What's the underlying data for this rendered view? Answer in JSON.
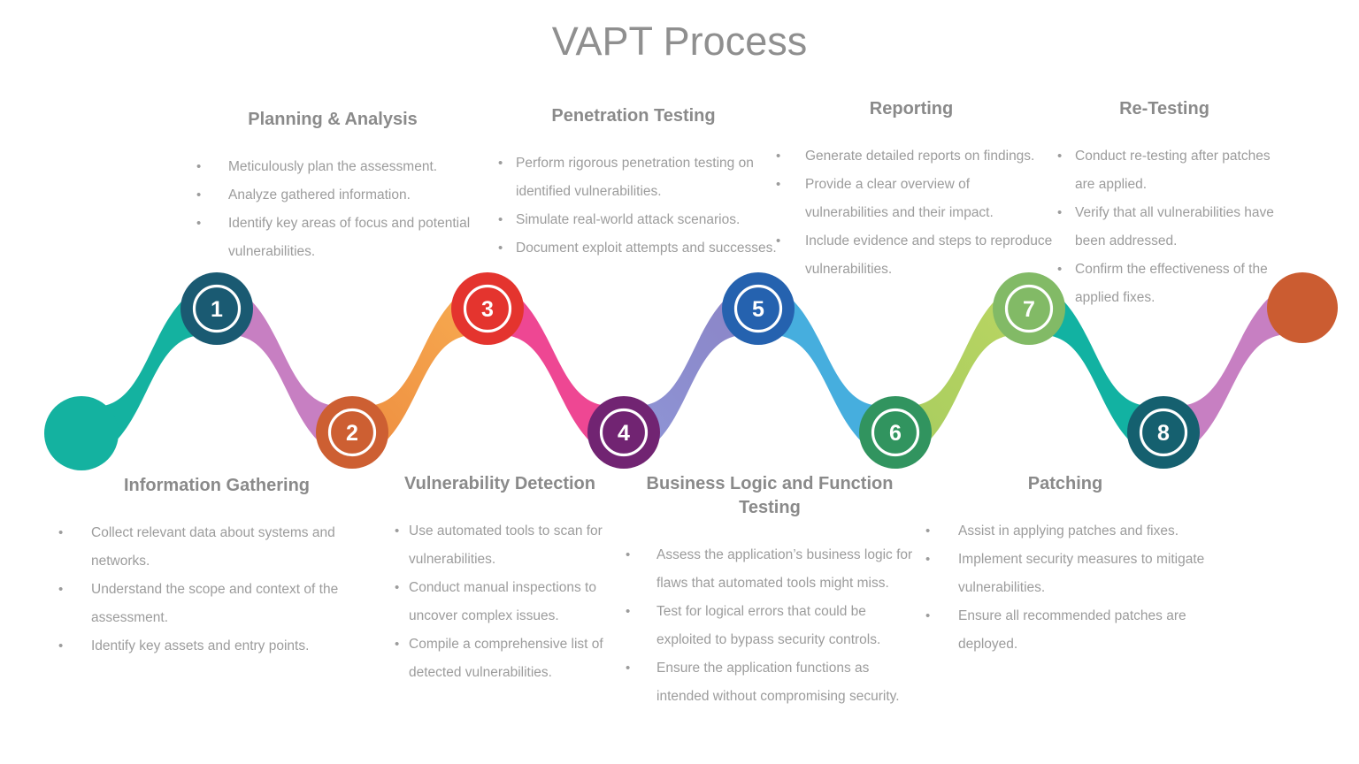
{
  "title": "VAPT Process",
  "steps": [
    {
      "number": "1",
      "name": "Information Gathering",
      "circle_color": "#1a5a72",
      "text_side": "bottom",
      "bullets": [
        "Collect relevant data about systems and networks.",
        "Understand the scope and context of the assessment.",
        "Identify key assets and entry points."
      ]
    },
    {
      "number": "2",
      "name": "Planning & Analysis",
      "circle_color": "#cd5f32",
      "text_side": "top",
      "bullets": [
        "Meticulously plan the assessment.",
        "Analyze gathered information.",
        "Identify key areas of focus and potential vulnerabilities."
      ]
    },
    {
      "number": "3",
      "name": "Vulnerability Detection",
      "circle_color": "#e4342e",
      "text_side": "bottom",
      "bullets": [
        "Use automated tools to scan for vulnerabilities.",
        "Conduct manual inspections to uncover complex issues.",
        "Compile a comprehensive list of detected vulnerabilities."
      ]
    },
    {
      "number": "4",
      "name": "Penetration Testing",
      "circle_color": "#712472",
      "text_side": "top",
      "bullets": [
        "Perform rigorous penetration testing on identified vulnerabilities.",
        "Simulate real-world attack scenarios.",
        "Document exploit attempts and successes."
      ]
    },
    {
      "number": "5",
      "name": "Business Logic and Function Testing",
      "circle_color": "#2562af",
      "text_side": "bottom",
      "bullets": [
        "Assess the application’s business logic for flaws that automated tools might miss.",
        "Test for logical errors that could be exploited to bypass security controls.",
        "Ensure the application functions as intended without compromising security."
      ]
    },
    {
      "number": "6",
      "name": "Reporting",
      "circle_color": "#31945f",
      "text_side": "top",
      "bullets": [
        "Generate detailed reports on findings.",
        "Provide a clear overview of vulnerabilities and their impact.",
        "Include evidence and steps to reproduce vulnerabilities."
      ]
    },
    {
      "number": "7",
      "name": "Patching",
      "circle_color": "#82ba66",
      "text_side": "bottom",
      "bullets": [
        "Assist in applying patches and fixes.",
        "Implement security measures to mitigate vulnerabilities.",
        "Ensure all recommended patches are deployed."
      ]
    },
    {
      "number": "8",
      "name": "Re-Testing",
      "circle_color": "#15606f",
      "text_side": "top",
      "bullets": [
        "Conduct re-testing after patches are applied.",
        "Verify that all vulnerabilities have been addressed.",
        "Confirm the effectiveness of the applied fixes."
      ]
    }
  ],
  "timeline": {
    "start_node_color": "#14b2a0",
    "end_node_color": "#cb5c31",
    "ribbon_gradients": [
      {
        "from": "#14b2a0",
        "to": "#14b2a0"
      },
      {
        "from": "#c77fc2",
        "to": "#c77fc2"
      },
      {
        "from": "#ee8f41",
        "to": "#f7aa50"
      },
      {
        "from": "#ee4793",
        "to": "#ee4793"
      },
      {
        "from": "#8e95d6",
        "to": "#8b84c6"
      },
      {
        "from": "#46aede",
        "to": "#46aede"
      },
      {
        "from": "#a9cd5f",
        "to": "#b9d562"
      },
      {
        "from": "#12b2a2",
        "to": "#12b2a2"
      },
      {
        "from": "#c77fc2",
        "to": "#c77fc2"
      }
    ]
  }
}
